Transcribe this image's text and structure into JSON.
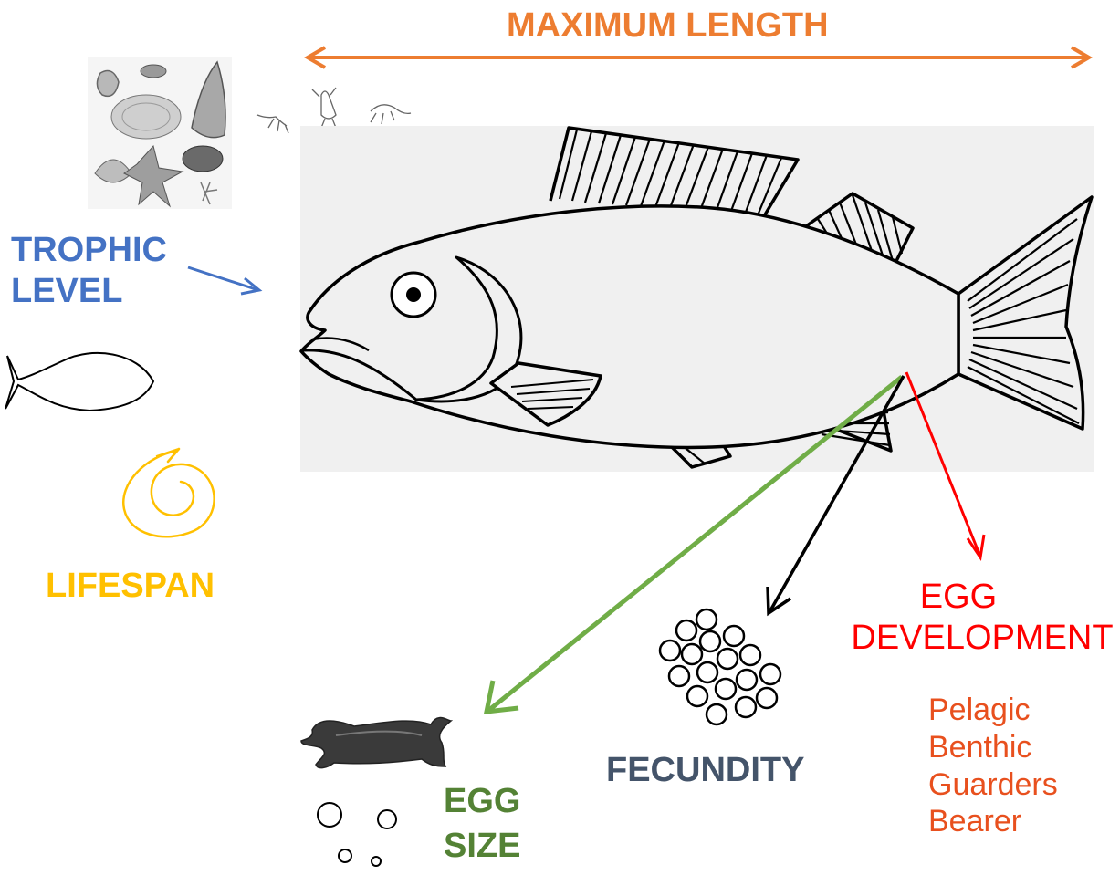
{
  "labels": {
    "max_length": "MAXIMUM LENGTH",
    "trophic_level_line1": "TROPHIC",
    "trophic_level_line2": "LEVEL",
    "lifespan": "LIFESPAN",
    "egg_development_line1": "EGG",
    "egg_development_line2": "DEVELOPMENT",
    "fecundity": "FECUNDITY",
    "egg_size_line1": "EGG",
    "egg_size_line2": "SIZE"
  },
  "egg_development_types": [
    "Pelagic",
    "Benthic",
    "Guarders",
    "Bearer"
  ],
  "colors": {
    "max_length": "#ED7D31",
    "trophic_level": "#4472C4",
    "lifespan": "#FFC000",
    "egg_development": "#FF0000",
    "egg_development_types": "#E8501E",
    "fecundity": "#44546A",
    "egg_size": "#548235",
    "egg_size_arrow": "#70AD47",
    "fish_panel": "#F0F0F0",
    "outline": "#000000"
  },
  "icons": {
    "invertebrates": "prey-invertebrates-icon",
    "plankton": "zooplankton-icon",
    "fish": "main-fish-illustration",
    "small_fish": "small-fish-outline-icon",
    "spiral": "lifespan-spiral-icon",
    "eggs": "egg-cluster-icon",
    "egg_case": "skate-egg-case-icon"
  }
}
